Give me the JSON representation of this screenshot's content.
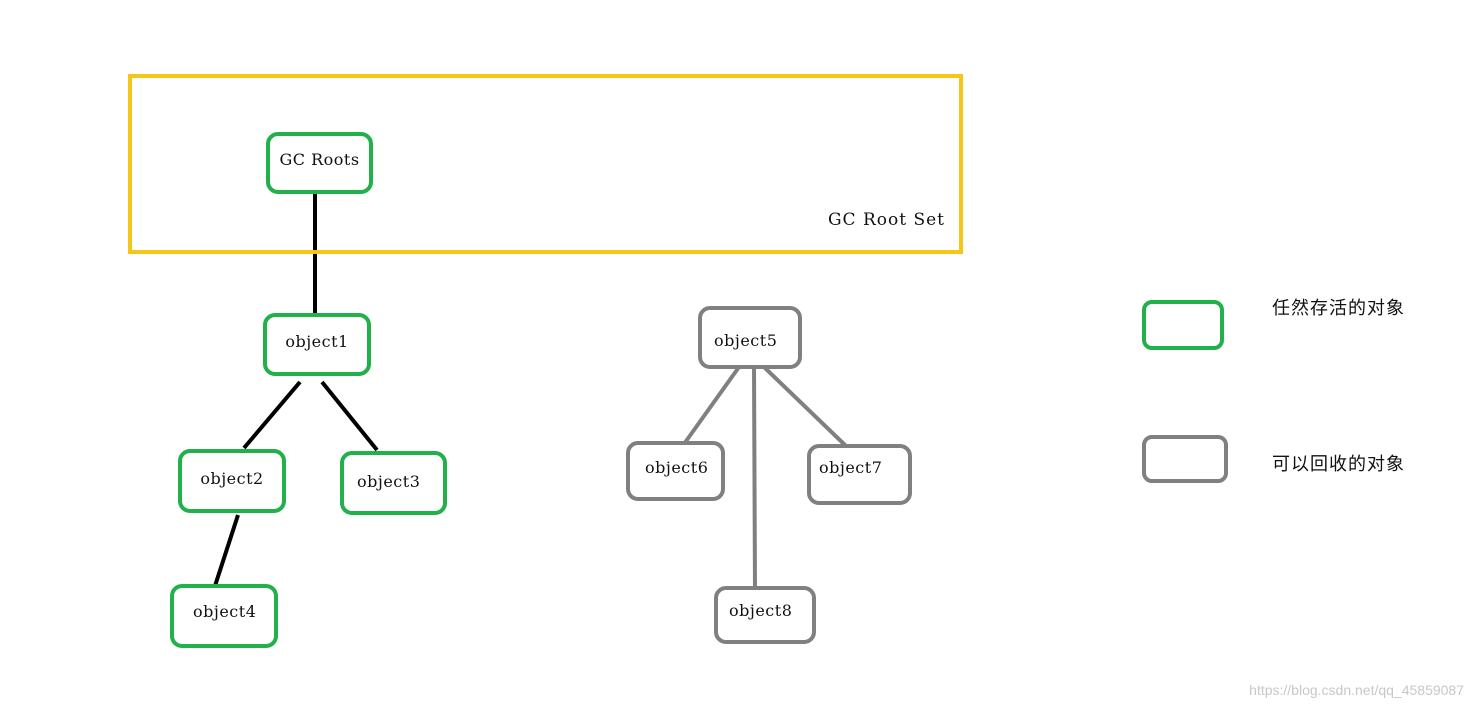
{
  "root_set": {
    "label": "GC Root Set",
    "color": "#f5c518"
  },
  "colors": {
    "alive": "#22b04b",
    "dead": "#808080",
    "edge_alive": "#000000",
    "edge_dead": "#808080"
  },
  "nodes": {
    "gc_roots": {
      "label": "GC Roots",
      "status": "alive"
    },
    "object1": {
      "label": "object1",
      "status": "alive"
    },
    "object2": {
      "label": "object2",
      "status": "alive"
    },
    "object3": {
      "label": "object3",
      "status": "alive"
    },
    "object4": {
      "label": "object4",
      "status": "alive"
    },
    "object5": {
      "label": "object5",
      "status": "dead"
    },
    "object6": {
      "label": "object6",
      "status": "dead"
    },
    "object7": {
      "label": "object7",
      "status": "dead"
    },
    "object8": {
      "label": "object8",
      "status": "dead"
    }
  },
  "edges": [
    {
      "from": "GC Roots",
      "to": "object1",
      "status": "alive"
    },
    {
      "from": "object1",
      "to": "object2",
      "status": "alive"
    },
    {
      "from": "object1",
      "to": "object3",
      "status": "alive"
    },
    {
      "from": "object2",
      "to": "object4",
      "status": "alive"
    },
    {
      "from": "object5",
      "to": "object6",
      "status": "dead"
    },
    {
      "from": "object5",
      "to": "object7",
      "status": "dead"
    },
    {
      "from": "object5",
      "to": "object8",
      "status": "dead"
    }
  ],
  "legend": {
    "alive_label": "任然存活的对象",
    "dead_label": "可以回收的对象"
  },
  "watermark": "https://blog.csdn.net/qq_45859087"
}
